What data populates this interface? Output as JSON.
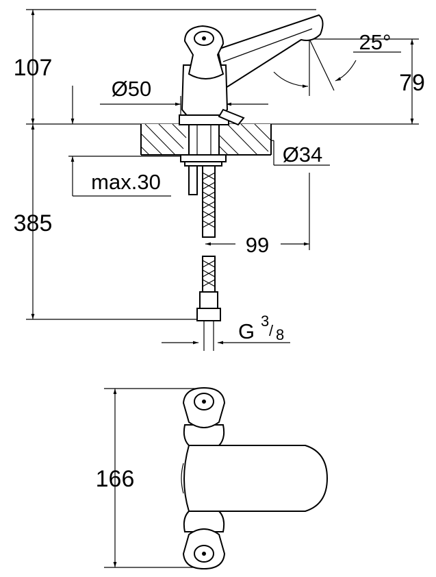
{
  "dimensions": {
    "height_top": "107",
    "spout_height": "79",
    "angle": "25°",
    "diameter_body": "Ø50",
    "diameter_hole": "Ø34",
    "max_thickness": "max.30",
    "total_height": "385",
    "hose_offset": "99",
    "thread": "G",
    "thread_num": "3",
    "thread_slash": "/",
    "thread_den": "8",
    "width_top_view": "166"
  }
}
